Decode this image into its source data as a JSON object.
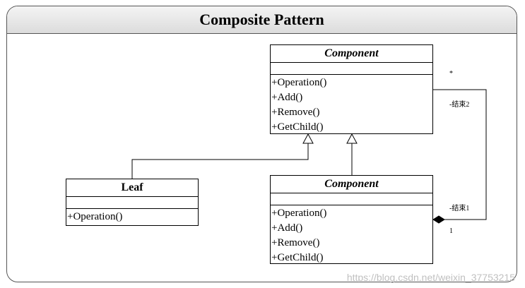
{
  "title": "Composite Pattern",
  "classes": {
    "component": {
      "name": "Component",
      "operations": [
        "+Operation()",
        "+Add()",
        "+Remove()",
        "+GetChild()"
      ]
    },
    "leaf": {
      "name": "Leaf",
      "operations": [
        "+Operation()"
      ]
    },
    "composite": {
      "name": "Component",
      "operations": [
        "+Operation()",
        "+Add()",
        "+Remove()",
        "+GetChild()"
      ]
    }
  },
  "association": {
    "end2_multiplicity": "*",
    "end2_role": "-结束2",
    "end1_role": "-结束1",
    "end1_multiplicity": "1"
  },
  "watermark": "https://blog.csdn.net/weixin_37753215"
}
